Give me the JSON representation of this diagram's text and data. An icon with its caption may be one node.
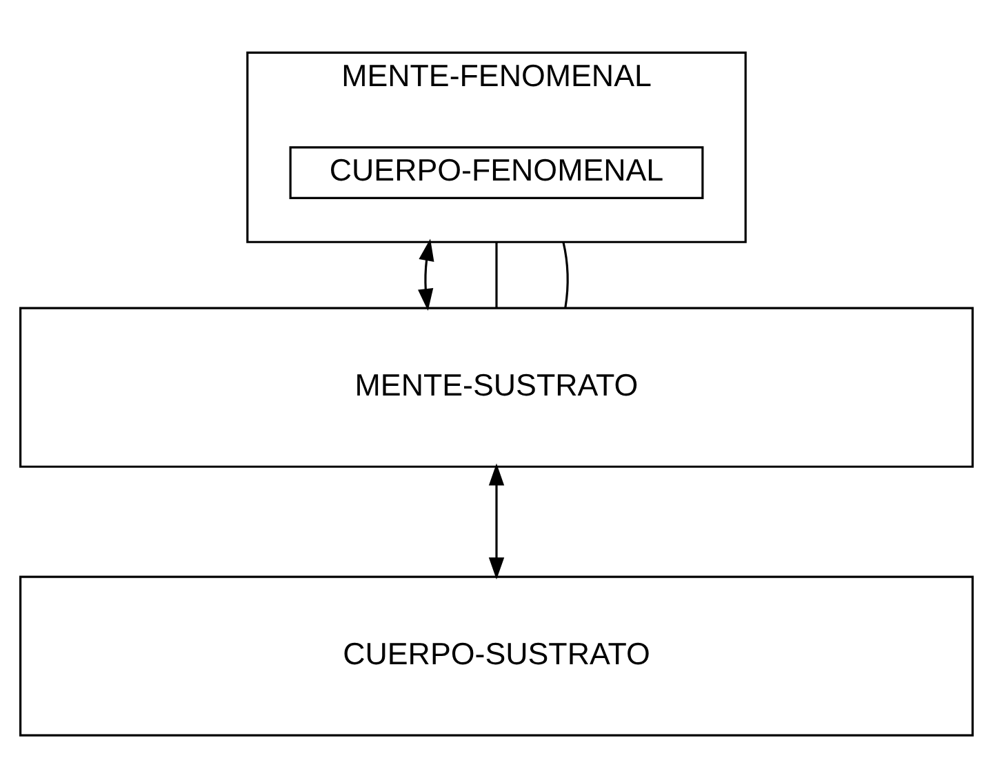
{
  "diagram": {
    "nodes": [
      {
        "text": [
          "MENTE-FENOMENAL"
        ]
      },
      {
        "text": [
          "CUERPO-FENOMENAL"
        ],
        "in": 0
      },
      {
        "text": [
          "MENTE-SUSTRATO"
        ]
      },
      {
        "text": [
          "CUERPO-SUSTRATO"
        ]
      }
    ],
    "edges": [
      {
        "from": 0,
        "to": 2,
        "arrow": "both"
      },
      {
        "from": 2,
        "to": 3,
        "arrow": "both"
      },
      {
        "from": 0,
        "to": 2,
        "arrow": "none"
      },
      {
        "from": 0,
        "to": 2,
        "arrow": "none"
      }
    ]
  }
}
